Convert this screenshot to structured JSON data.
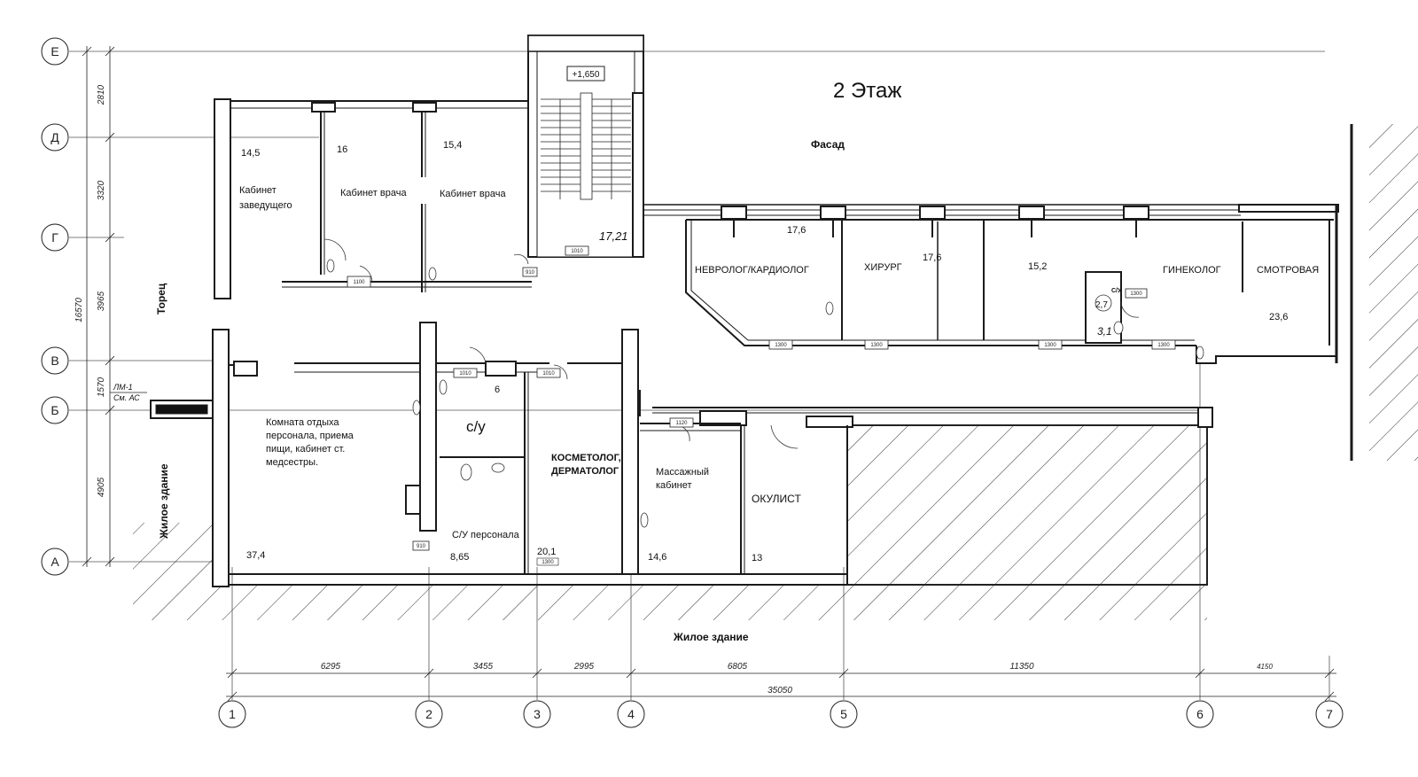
{
  "title": "2 Этаж",
  "labels": {
    "facade": "Фасад",
    "end_wall": "Торец",
    "residential_bottom": "Жилое здание",
    "residential_left": "Жилое здание",
    "stair_level": "+1,650",
    "stair_area": "17,21",
    "lm_note_1": "ЛМ-1",
    "lm_note_2": "См. АС",
    "wc_box": "С/У"
  },
  "rooms": [
    {
      "id": "head",
      "lines": [
        "Кабинет",
        "заведущего"
      ],
      "area": "14,5"
    },
    {
      "id": "doctor1",
      "lines": [
        "Кабинет врача"
      ],
      "area": "16"
    },
    {
      "id": "doctor2",
      "lines": [
        "Кабинет врача"
      ],
      "area": "15,4"
    },
    {
      "id": "neuro",
      "lines": [
        "НЕВРОЛОГ/КАРДИОЛОГ"
      ],
      "area": "17,6"
    },
    {
      "id": "surgeon",
      "lines": [
        "ХИРУРГ"
      ],
      "area": "17,6"
    },
    {
      "id": "room152",
      "lines": [],
      "area": "15,2"
    },
    {
      "id": "gyn",
      "lines": [
        "ГИНЕКОЛОГ"
      ],
      "area": "2,7"
    },
    {
      "id": "exam",
      "lines": [
        "СМОТРОВАЯ"
      ],
      "area": "23,6"
    },
    {
      "id": "smallwc",
      "lines": [],
      "area": "3,1"
    },
    {
      "id": "rest",
      "lines": [
        "Комната отдыха",
        "персонала, приема",
        "пищи, кабинет ст.",
        "медсестры."
      ],
      "area": "37,4"
    },
    {
      "id": "wc",
      "lines": [
        "с/у"
      ],
      "area": "6"
    },
    {
      "id": "staffwc",
      "lines": [
        "С/У персонала"
      ],
      "area": "8,65"
    },
    {
      "id": "cosmo",
      "lines": [
        "КОСМЕТОЛОГ,",
        "ДЕРМАТОЛОГ"
      ],
      "area": "20,1"
    },
    {
      "id": "massage",
      "lines": [
        "Массажный",
        "кабинет"
      ],
      "area": "14,6"
    },
    {
      "id": "oculist",
      "lines": [
        "ОКУЛИСТ"
      ],
      "area": "13"
    }
  ],
  "axes": {
    "letters": [
      "Е",
      "Д",
      "Г",
      "В",
      "Б",
      "А"
    ],
    "numbers": [
      "1",
      "2",
      "3",
      "4",
      "5",
      "6",
      "7"
    ]
  },
  "dimensions": {
    "bottom": [
      "6295",
      "3455",
      "2995",
      "6805",
      "11350",
      "4150"
    ],
    "total": "35050",
    "left": [
      "2810",
      "3320",
      "3965",
      "1570",
      "4905"
    ],
    "left_total": "16570"
  },
  "door_tags": [
    "1100",
    "1010",
    "910",
    "1010",
    "1010",
    "1120",
    "1300",
    "1300",
    "1300",
    "1300",
    "1300",
    "1300",
    "910"
  ],
  "colors": {
    "ink": "#111111",
    "wall": "#1a1a1a",
    "hatch": "#333333"
  }
}
